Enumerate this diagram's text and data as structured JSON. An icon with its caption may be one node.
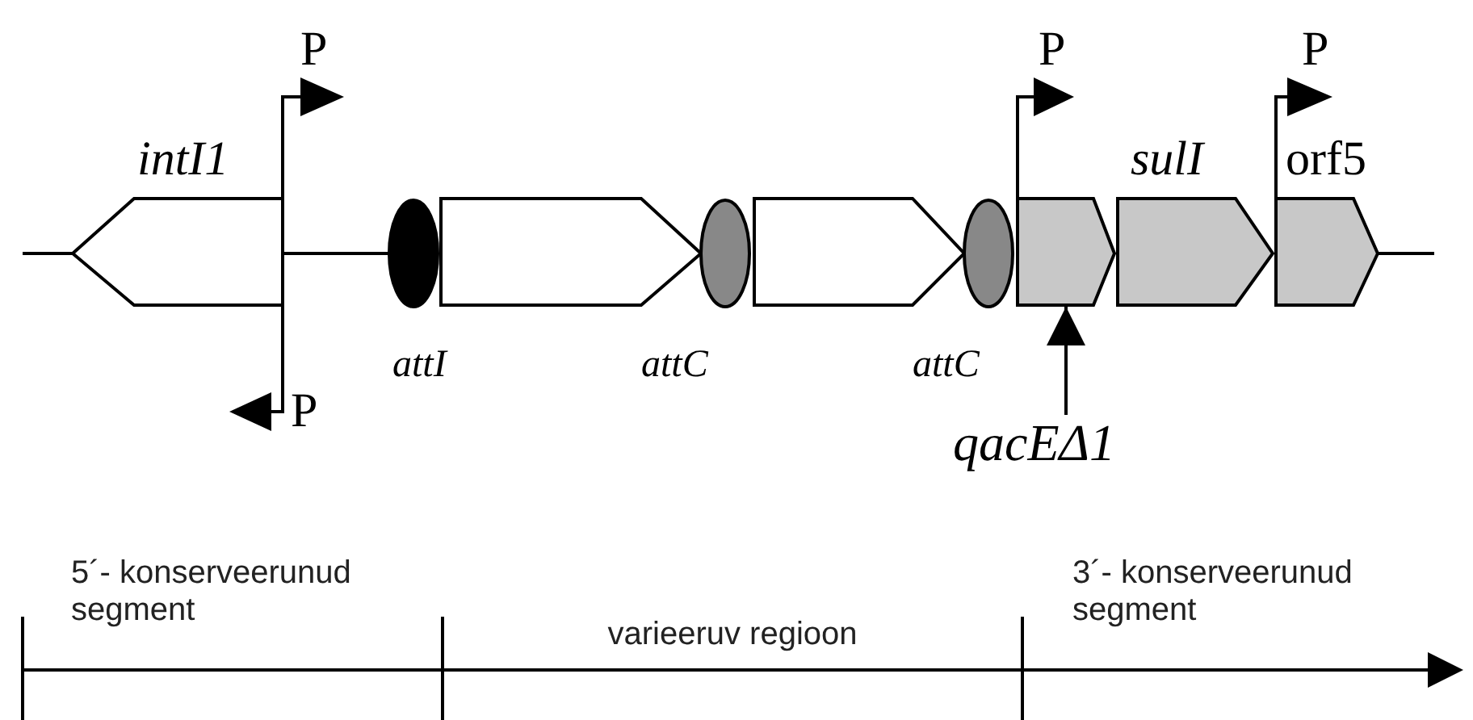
{
  "diagram": {
    "nodes": [
      {
        "text": [
          "intI1"
        ]
      },
      {
        "text": [
          "attI"
        ]
      },
      {
        "text": [],
        "shape": "box"
      },
      {
        "text": [
          "attC"
        ]
      },
      {
        "text": [],
        "shape": "box"
      },
      {
        "text": [
          "attC"
        ]
      },
      {
        "text": [],
        "shape": "box"
      },
      {
        "text": [
          "sulI"
        ]
      },
      {
        "text": [
          "orf5"
        ]
      },
      {
        "text": [
          "qacEΔ1"
        ]
      }
    ],
    "edges": [
      {
        "from": 9,
        "to": 6,
        "arrow": "to"
      }
    ],
    "labels": [
      "P",
      "P",
      "P",
      "P",
      "5´- konserveerunud segment",
      "varieeruv regioon",
      "3´- konserveerunud segment"
    ]
  }
}
